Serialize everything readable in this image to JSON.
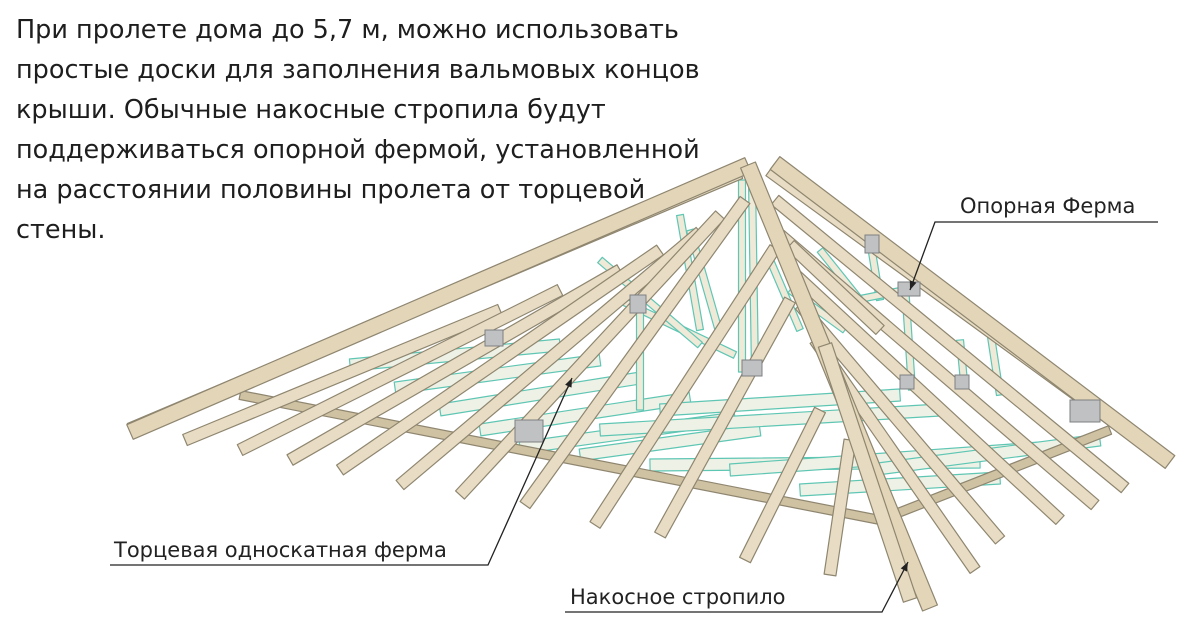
{
  "description_text": "При пролете дома до 5,7 м, можно использовать\nпростые доски для заполнения вальмовых концов\nкрыши. Обычные накосные стропила будут\nподдерживаться опорной фермой, установленной\nна расстоянии половины пролета от торцевой\nстены.",
  "labels": {
    "support_truss": "Опорная Ферма",
    "end_truss": "Торцевая односкатная ферма",
    "hip_rafter": "Накосное стропило"
  },
  "colors": {
    "timber": "#e8ddc4",
    "timber_edge": "#8f8670",
    "timber_shade": "#cfc2a2",
    "ceiling_joist_edge": "#5fc6b4",
    "plate": "#bfc1c3",
    "ink": "#222222"
  }
}
